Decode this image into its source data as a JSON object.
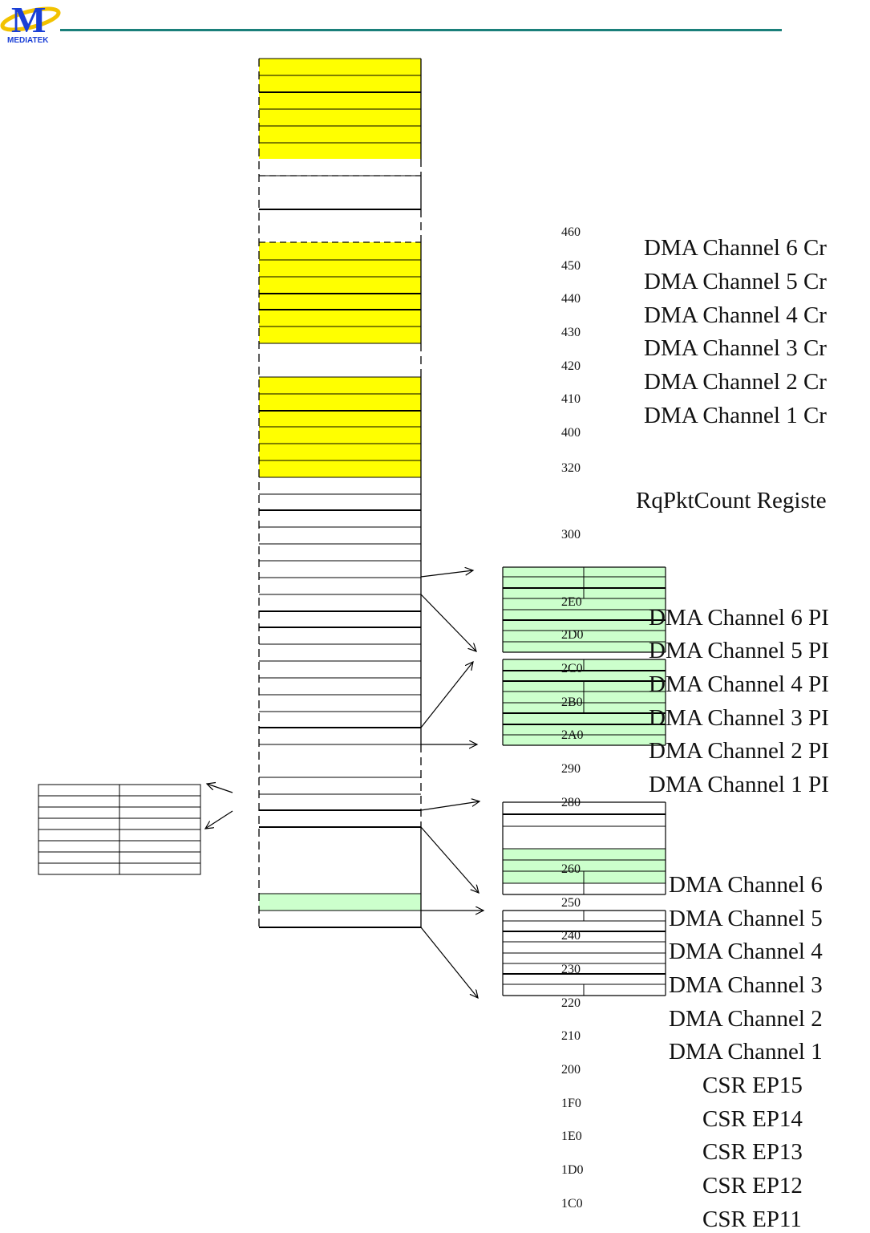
{
  "header": {
    "logo_text": "MEDIATEK",
    "logo_letter": "M",
    "brand_color": "#1a7f7a",
    "logo_blue": "#1a3fd6",
    "logo_gold": "#f2c200"
  },
  "colors": {
    "yellow_fill": "#ffff00",
    "green_fill": "#ccffcc",
    "line": "#000000"
  },
  "address_labels": [
    "460",
    "450",
    "440",
    "430",
    "420",
    "410",
    "400",
    "320",
    "300",
    "2E0",
    "2D0",
    "2C0",
    "2B0",
    "2A0",
    "290",
    "280",
    "260",
    "250",
    "240",
    "230",
    "220",
    "210",
    "200",
    "1F0",
    "1E0",
    "1D0",
    "1C0"
  ],
  "register_labels": [
    "DMA Channel 6 Cr",
    "DMA Channel 5 Cr",
    "DMA Channel 4 Cr",
    "DMA Channel 3 Cr",
    "DMA Channel 2 Cr",
    "DMA Channel 1 Cr",
    "RqPktCount Registe",
    "DMA Channel 6 PI",
    "DMA Channel 5 PI",
    "DMA Channel 4 PI",
    "DMA Channel 3 PI",
    "DMA Channel 2 PI",
    "DMA Channel 1 PI",
    "DMA Channel 6",
    "DMA Channel 5",
    "DMA Channel 4",
    "DMA Channel 3",
    "DMA Channel 2",
    "DMA Channel 1",
    "CSR EP15",
    "CSR EP14",
    "CSR EP13",
    "CSR EP12",
    "CSR EP11"
  ]
}
